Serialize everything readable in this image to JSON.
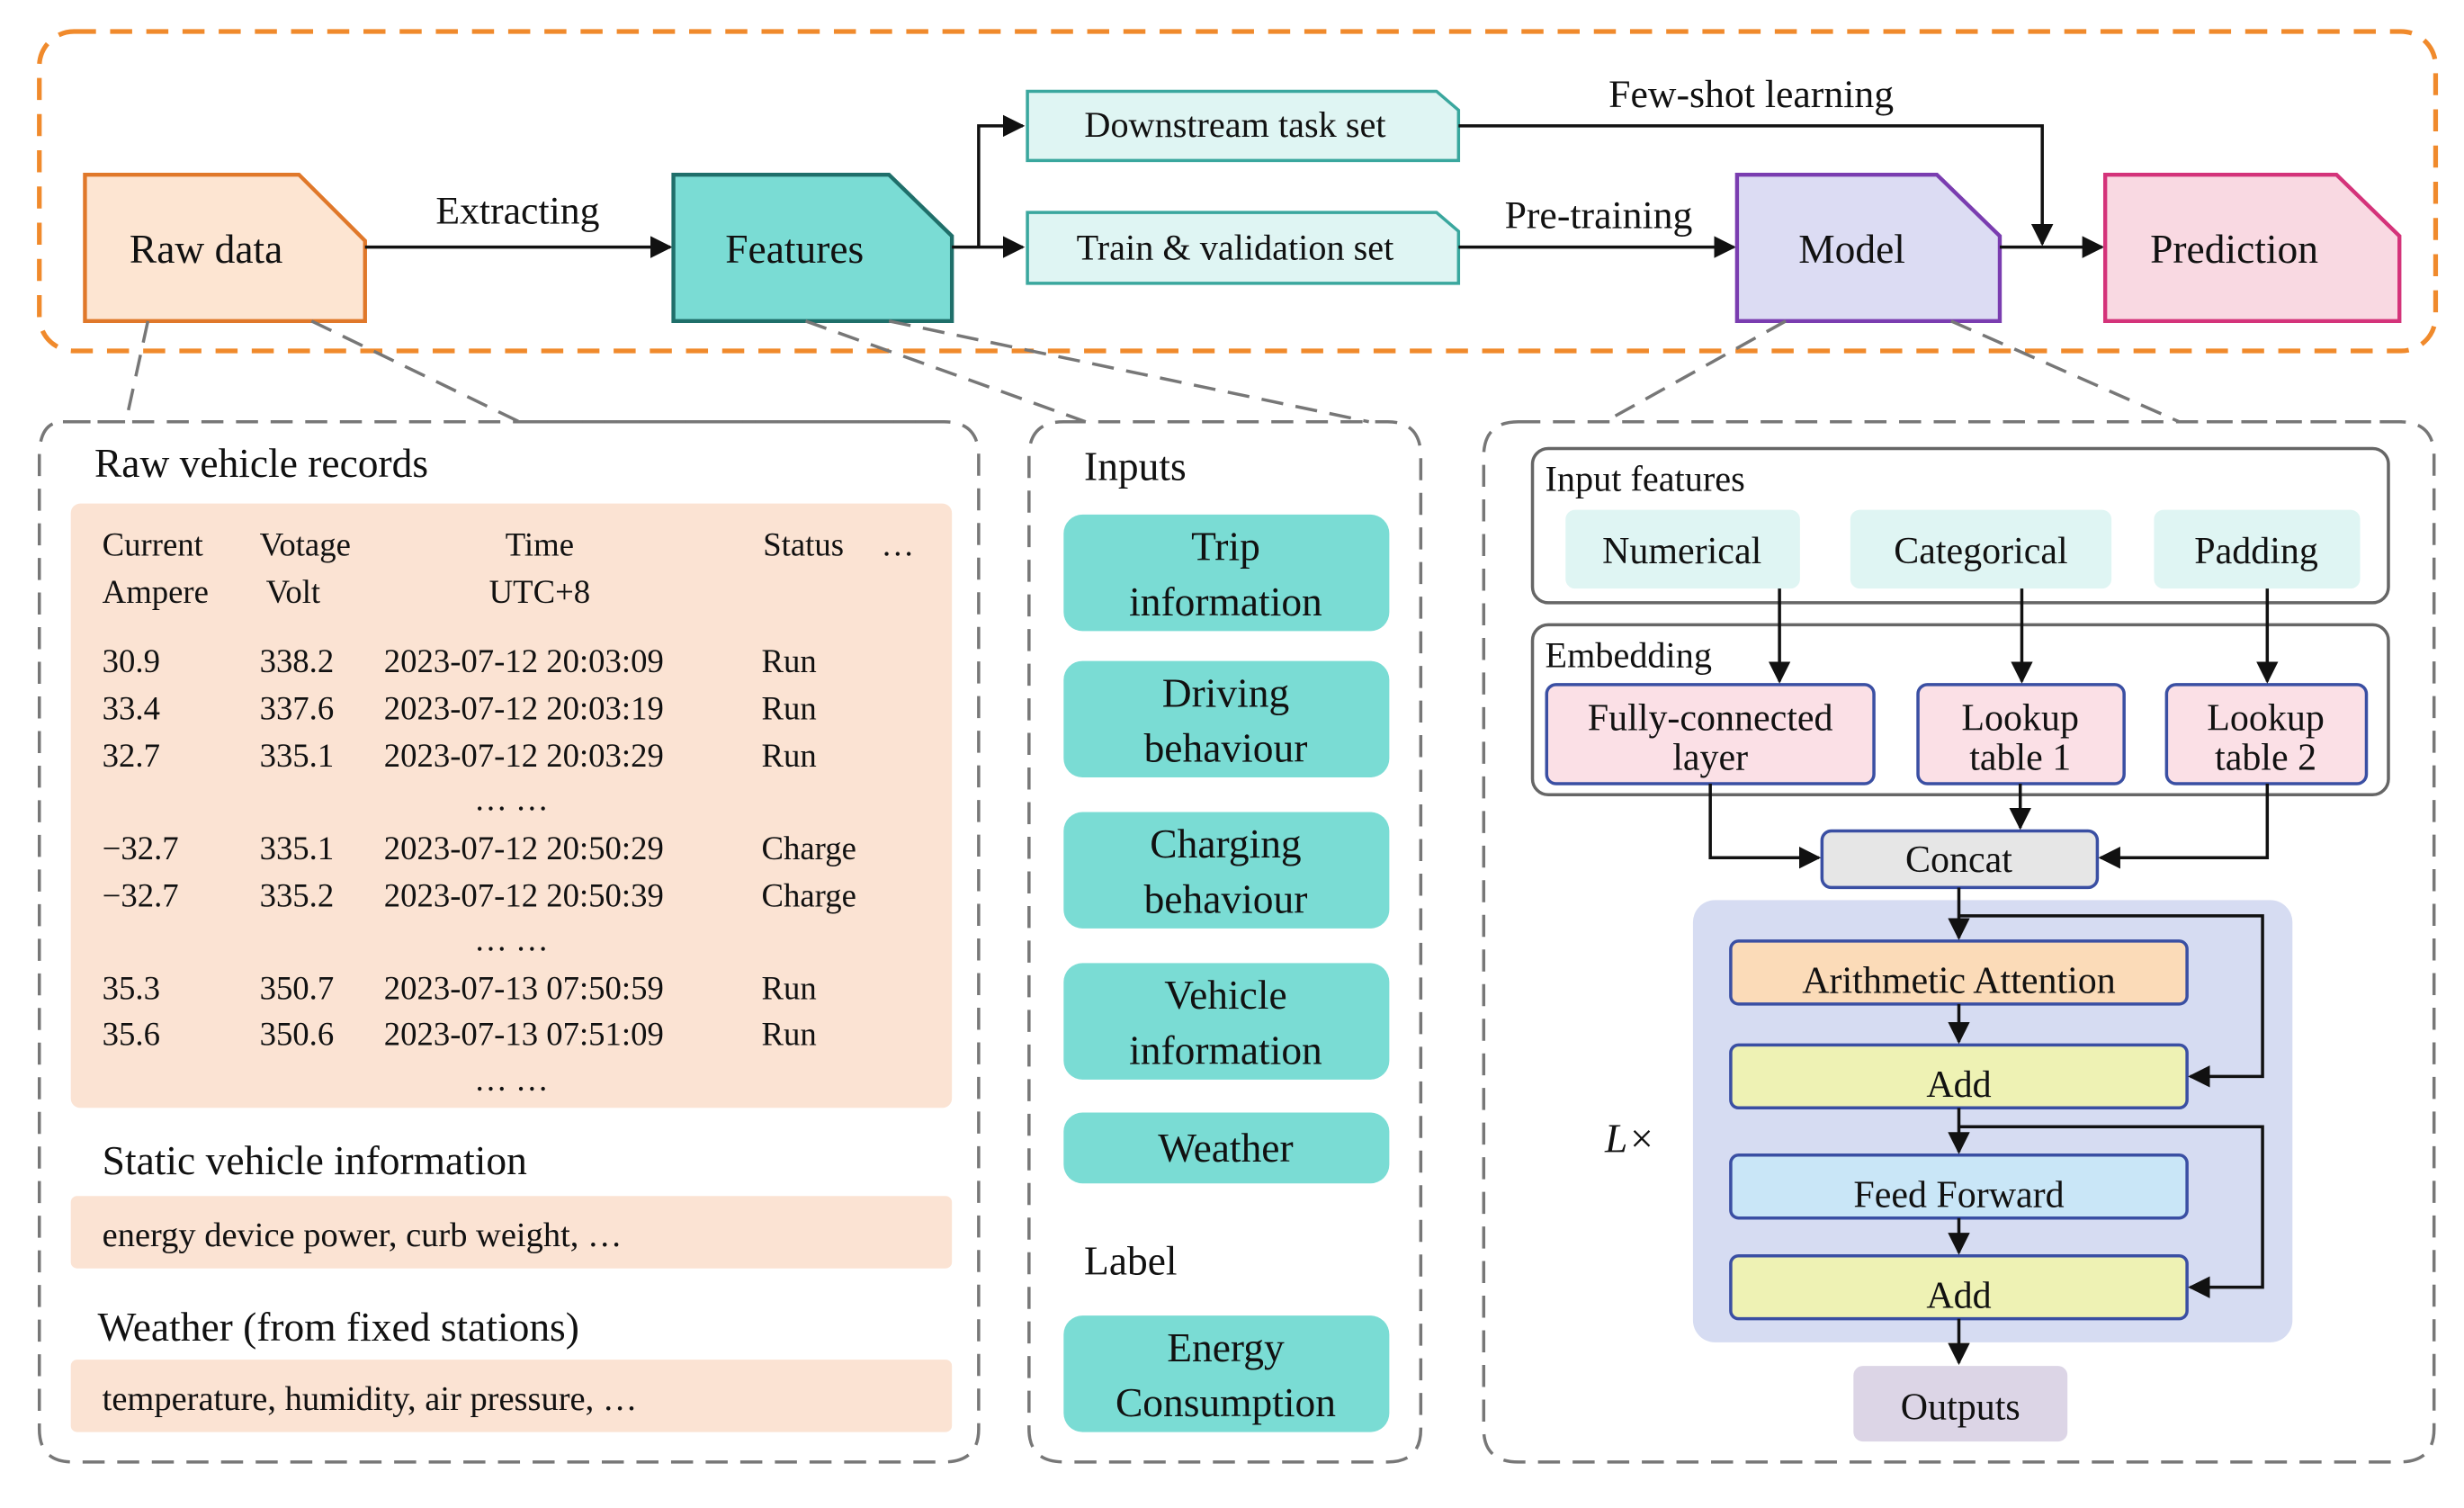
{
  "pipeline": {
    "raw_data": "Raw data",
    "extracting": "Extracting",
    "features": "Features",
    "downstream": "Downstream task set",
    "train_val": "Train & validation set",
    "few_shot": "Few-shot learning",
    "pretraining": "Pre-training",
    "model": "Model",
    "prediction": "Prediction"
  },
  "raw_panel": {
    "title": "Raw vehicle records",
    "headers": {
      "current": "Current",
      "ampere": "Ampere",
      "voltage": "Votage",
      "volt": "Volt",
      "time": "Time",
      "tz": "UTC+8",
      "status": "Status",
      "more": "…"
    },
    "rows": [
      {
        "current": "30.9",
        "voltage": "338.2",
        "time": "2023-07-12 20:03:09",
        "status": "Run"
      },
      {
        "current": "33.4",
        "voltage": "337.6",
        "time": "2023-07-12 20:03:19",
        "status": "Run"
      },
      {
        "current": "32.7",
        "voltage": "335.1",
        "time": "2023-07-12 20:03:29",
        "status": "Run"
      },
      {
        "current": "−32.7",
        "voltage": "335.1",
        "time": "2023-07-12 20:50:29",
        "status": "Charge"
      },
      {
        "current": "−32.7",
        "voltage": "335.2",
        "time": "2023-07-12 20:50:39",
        "status": "Charge"
      },
      {
        "current": "35.3",
        "voltage": "350.7",
        "time": "2023-07-13 07:50:59",
        "status": "Run"
      },
      {
        "current": "35.6",
        "voltage": "350.6",
        "time": "2023-07-13 07:51:09",
        "status": "Run"
      }
    ],
    "ellipsis": "… …",
    "static_title": "Static vehicle information",
    "static_text": "energy device power,  curb weight,   …",
    "weather_title": "Weather (from fixed stations)",
    "weather_text": "temperature, humidity,  air pressure,   …"
  },
  "inputs_panel": {
    "inputs_title": "Inputs",
    "items": [
      {
        "line1": "Trip",
        "line2": "information"
      },
      {
        "line1": "Driving",
        "line2": "behaviour"
      },
      {
        "line1": "Charging",
        "line2": "behaviour"
      },
      {
        "line1": "Vehicle",
        "line2": "information"
      },
      {
        "line1": "Weather",
        "line2": ""
      }
    ],
    "label_title": "Label",
    "label_item": {
      "line1": "Energy",
      "line2": "Consumption"
    }
  },
  "model_panel": {
    "input_features": "Input features",
    "numerical": "Numerical",
    "categorical": "Categorical",
    "padding": "Padding",
    "embedding": "Embedding",
    "fc_line1": "Fully-connected",
    "fc_line2": "layer",
    "lt1_line1": "Lookup",
    "lt1_line2": "table 1",
    "lt2_line1": "Lookup",
    "lt2_line2": "table 2",
    "concat": "Concat",
    "attention": "Arithmetic Attention",
    "add1": "Add",
    "feed_forward": "Feed Forward",
    "add2": "Add",
    "repeat": "L×",
    "outputs": "Outputs"
  },
  "colors": {
    "orange_border": "#f08a2c",
    "raw_fill": "#fde5d2",
    "features_fill": "#7adcd4",
    "features_border": "#1f6f6a",
    "light_teal": "#dff5f3",
    "model_fill": "#dcdcf3",
    "model_border": "#7a3db0",
    "prediction_fill": "#f9d9e2",
    "prediction_border": "#d4337a",
    "panel_fill": "#fbe3d3",
    "input_pill": "#7adcd4",
    "transformer_bg": "#d6dcf2",
    "attention_fill": "#fbdbb8",
    "add_fill": "#eef2b4",
    "ffn_fill": "#c9e6f7",
    "concat_fill": "#e6e6e6",
    "outputs_fill": "#dcd5e6",
    "lookup_fill": "#fbe0e6",
    "dashed_gray": "#777777"
  }
}
